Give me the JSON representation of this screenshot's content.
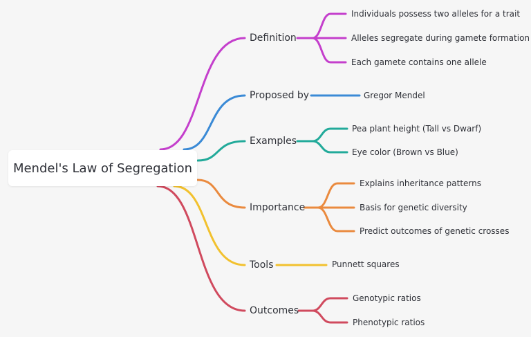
{
  "root": {
    "label": "Mendel's Law of Segregation"
  },
  "branches": [
    {
      "label": "Definition",
      "color": "#c43fcc",
      "children": [
        "Individuals possess two alleles for a trait",
        "Alleles segregate during gamete formation",
        "Each gamete contains one allele"
      ]
    },
    {
      "label": "Proposed by",
      "color": "#3a8ad6",
      "children": [
        "Gregor Mendel"
      ]
    },
    {
      "label": "Examples",
      "color": "#22aa9a",
      "children": [
        "Pea plant height (Tall vs Dwarf)",
        "Eye color (Brown vs Blue)"
      ]
    },
    {
      "label": "Importance",
      "color": "#ea8a3e",
      "children": [
        "Explains inheritance patterns",
        "Basis for genetic diversity",
        "Predict outcomes of genetic crosses"
      ]
    },
    {
      "label": "Tools",
      "color": "#f2c12e",
      "children": [
        "Punnett squares"
      ]
    },
    {
      "label": "Outcomes",
      "color": "#d04a5e",
      "children": [
        "Genotypic ratios",
        "Phenotypic ratios"
      ]
    }
  ]
}
